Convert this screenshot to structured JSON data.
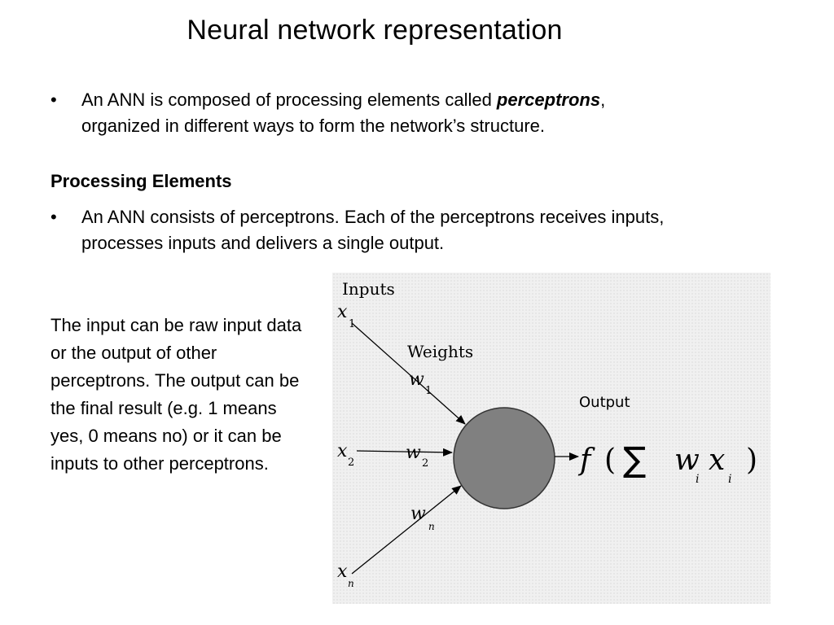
{
  "slide": {
    "title": "Neural network representation",
    "bullet1": {
      "text_before": "An ANN is composed of processing elements called ",
      "emphasis": "perceptrons",
      "text_after": ", organized in different ways to form the network’s structure."
    },
    "heading": "Processing Elements",
    "bullet2": "An ANN consists of perceptrons. Each of the perceptrons receives inputs, processes inputs and delivers a single output.",
    "side_paragraph": "The input can be raw input data or the output of other perceptrons. The output can be the final result (e.g. 1 means yes, 0 means no) or it can be inputs to other perceptrons."
  },
  "diagram": {
    "label_inputs": "Inputs",
    "label_weights": "Weights",
    "label_output": "Output",
    "x": "x",
    "w": "w",
    "sub_1": "1",
    "sub_2": "2",
    "sub_n": "n",
    "f": "f",
    "paren_open": "(",
    "paren_close": ")",
    "sigma": "∑",
    "w_i": "w",
    "x_i": "x",
    "sub_i": "i",
    "neuron_color": "#808080"
  }
}
